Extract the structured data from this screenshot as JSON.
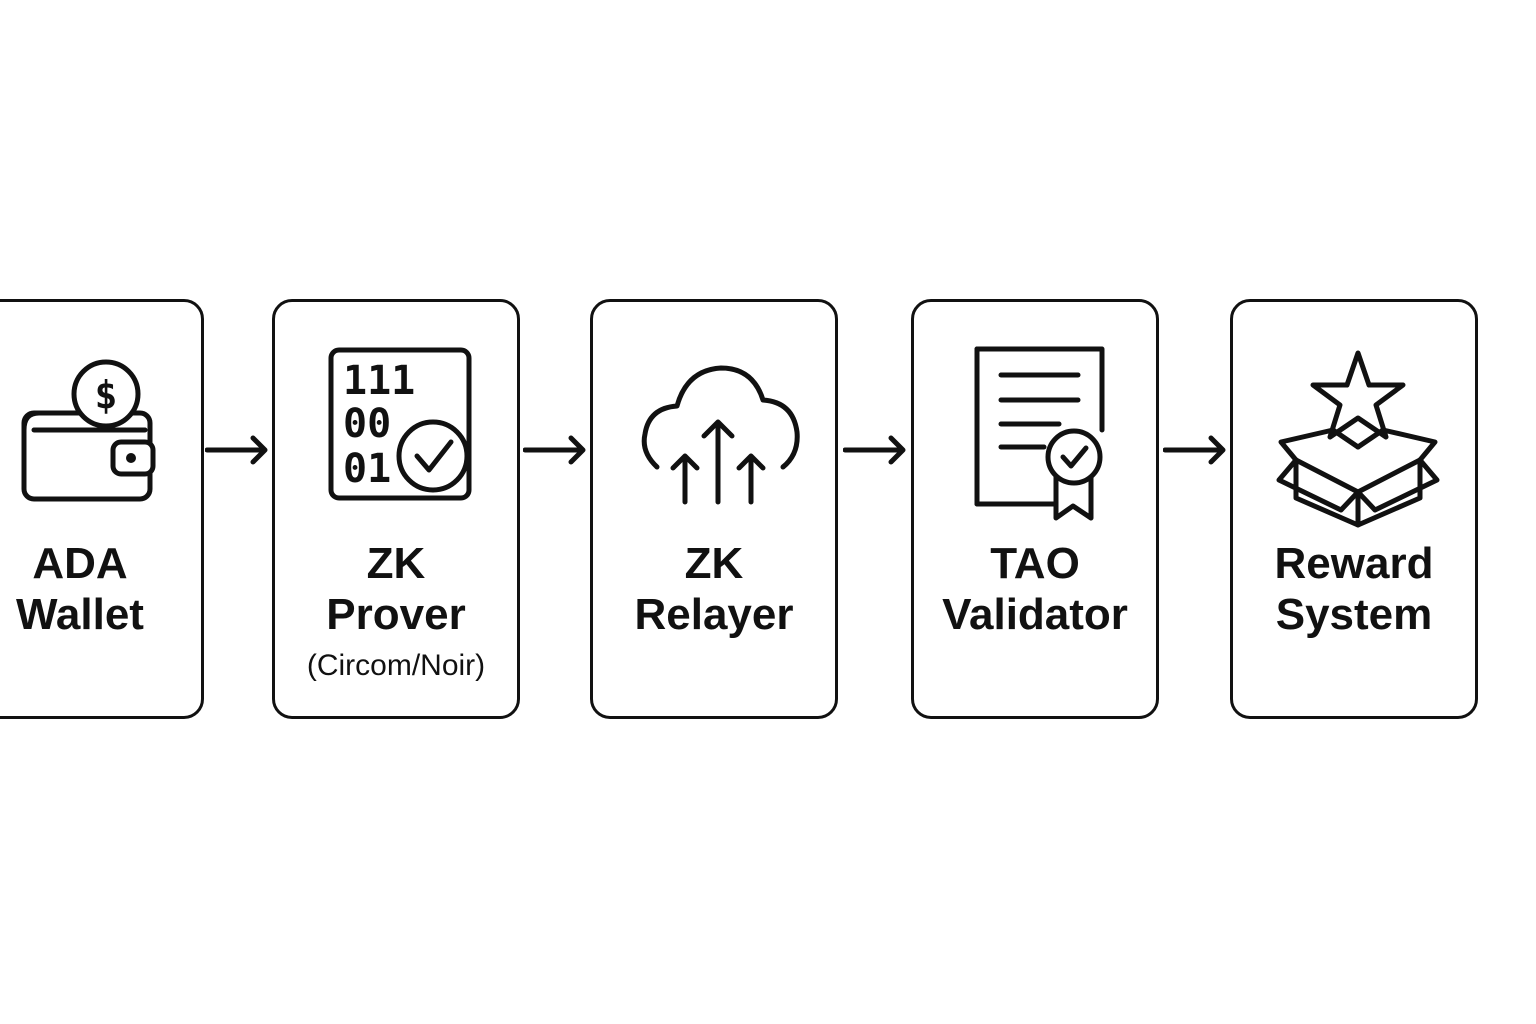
{
  "nodes": [
    {
      "id": "ada-wallet",
      "line1": "ADA",
      "line2": "Wallet",
      "sub": "",
      "icon": "wallet-icon"
    },
    {
      "id": "zk-prover",
      "line1": "ZK",
      "line2": "Prover",
      "sub": "(Circom/Noir)",
      "icon": "binary-check-icon"
    },
    {
      "id": "zk-relayer",
      "line1": "ZK",
      "line2": "Relayer",
      "sub": "",
      "icon": "cloud-upload-icon"
    },
    {
      "id": "tao-validator",
      "line1": "TAO",
      "line2": "Validator",
      "sub": "",
      "icon": "certificate-icon"
    },
    {
      "id": "reward-system",
      "line1": "Reward",
      "line2": "System",
      "sub": "",
      "icon": "star-box-icon"
    }
  ],
  "icons": {
    "wallet_coin_symbol": "$",
    "binary_rows": [
      "111",
      "00",
      "01"
    ]
  },
  "edges": [
    {
      "from": "ada-wallet",
      "to": "zk-prover"
    },
    {
      "from": "zk-prover",
      "to": "zk-relayer"
    },
    {
      "from": "zk-relayer",
      "to": "tao-validator"
    },
    {
      "from": "tao-validator",
      "to": "reward-system"
    }
  ],
  "colors": {
    "ink": "#111111",
    "background": "#ffffff"
  }
}
